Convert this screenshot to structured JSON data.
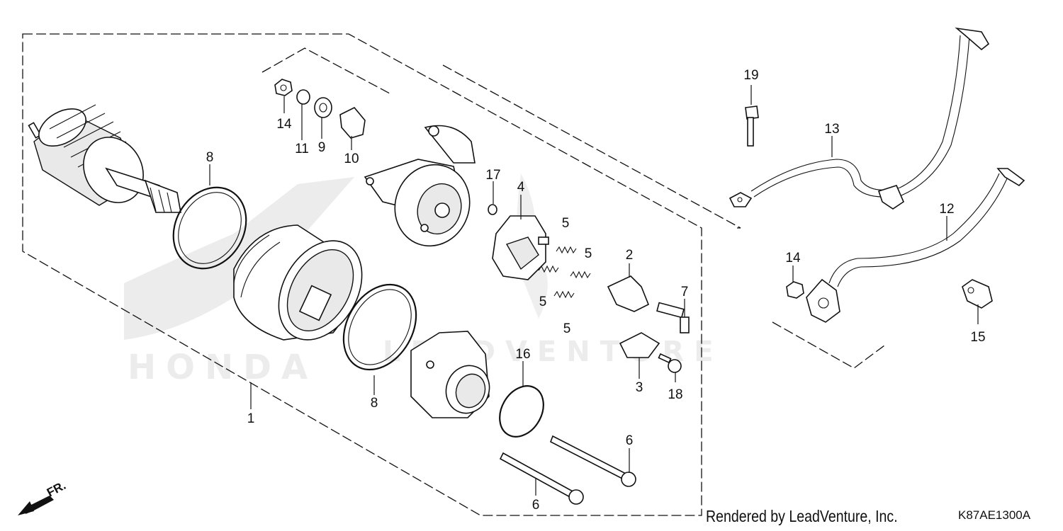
{
  "diagram": {
    "callouts": {
      "c1": "1",
      "c2": "2",
      "c3": "3",
      "c4": "4",
      "c5a": "5",
      "c5b": "5",
      "c5c": "5",
      "c5d": "5",
      "c6a": "6",
      "c6b": "6",
      "c7": "7",
      "c8a": "8",
      "c8b": "8",
      "c9": "9",
      "c10": "10",
      "c11": "11",
      "c12": "12",
      "c13": "13",
      "c14a": "14",
      "c14b": "14",
      "c15": "15",
      "c16": "16",
      "c17": "17",
      "c18": "18",
      "c19": "19"
    },
    "direction_label": "FR.",
    "watermark": "LEADVENTURE",
    "watermark_brand": "HONDA"
  },
  "footer": {
    "rendered_by": "Rendered by LeadVenture, Inc.",
    "diagram_code": "K87AE1300A"
  }
}
